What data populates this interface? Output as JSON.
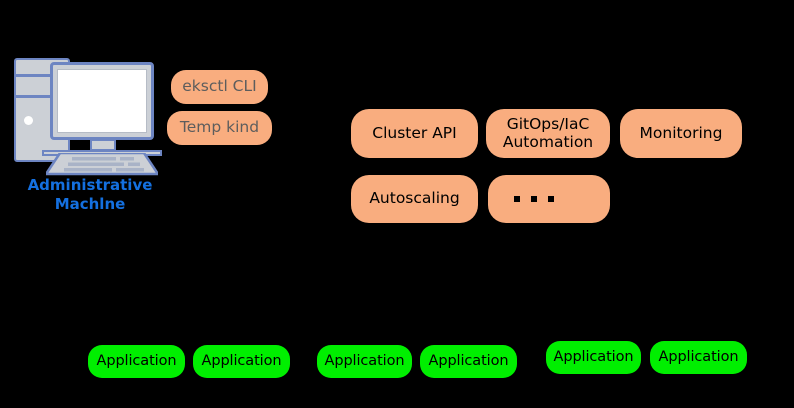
{
  "diagram": {
    "background_color": "#000000",
    "admin_machine": {
      "icon": "desktop-computer-icon",
      "label_line1": "Administrative",
      "label_line2": "Machlne",
      "label_color": "#1470e0"
    },
    "tools": {
      "fill_color": "#f9ad7f",
      "text_color": "#5d5d5d",
      "items": [
        {
          "label": "eksctl CLI"
        },
        {
          "label": "Temp kind"
        }
      ]
    },
    "components": {
      "fill_color": "#f9ad7f",
      "text_color": "#000000",
      "items": [
        {
          "label": "Cluster API"
        },
        {
          "label": "GitOps/IaC\nAutomation",
          "line1": "GitOps/IaC",
          "line2": "Automation"
        },
        {
          "label": "Monitoring"
        },
        {
          "label": "Autoscaling"
        },
        {
          "label": "...",
          "is_ellipsis": true
        }
      ]
    },
    "applications": {
      "fill_color": "#00ef00",
      "text_color": "#000000",
      "label": "Application",
      "count": 6,
      "groups": [
        {
          "items": [
            "Application",
            "Application"
          ]
        },
        {
          "items": [
            "Application",
            "Application"
          ]
        },
        {
          "items": [
            "Application",
            "Application"
          ]
        }
      ]
    }
  }
}
